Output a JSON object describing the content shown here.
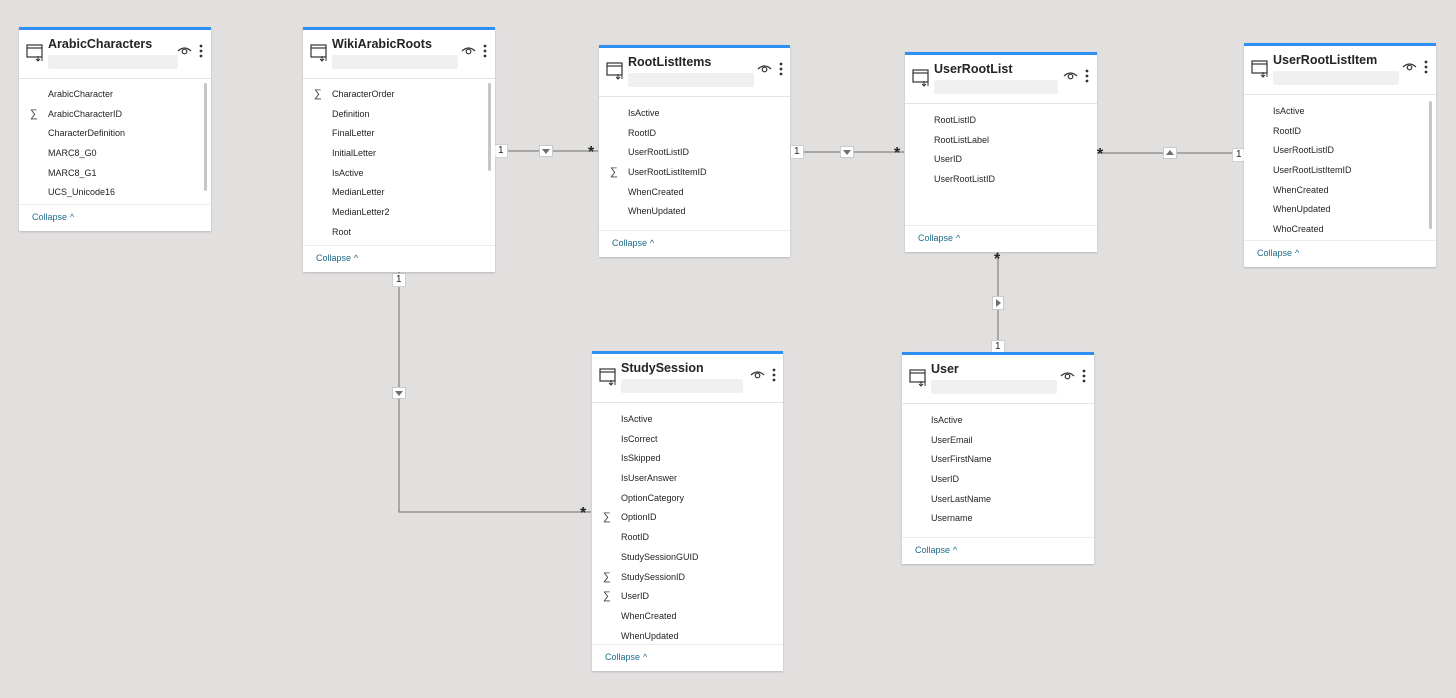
{
  "tables": {
    "arabic_characters": {
      "title": "ArabicCharacters",
      "fields": [
        {
          "name": "ArabicCharacter",
          "sigma": false
        },
        {
          "name": "ArabicCharacterID",
          "sigma": true
        },
        {
          "name": "CharacterDefinition",
          "sigma": false
        },
        {
          "name": "MARC8_G0",
          "sigma": false
        },
        {
          "name": "MARC8_G1",
          "sigma": false
        },
        {
          "name": "UCS_Unicode16",
          "sigma": false
        }
      ],
      "collapse": "Collapse"
    },
    "wiki_arabic_roots": {
      "title": "WikiArabicRoots",
      "fields": [
        {
          "name": "CharacterOrder",
          "sigma": true
        },
        {
          "name": "Definition",
          "sigma": false
        },
        {
          "name": "FinalLetter",
          "sigma": false
        },
        {
          "name": "InitialLetter",
          "sigma": false
        },
        {
          "name": "IsActive",
          "sigma": false
        },
        {
          "name": "MedianLetter",
          "sigma": false
        },
        {
          "name": "MedianLetter2",
          "sigma": false
        },
        {
          "name": "Root",
          "sigma": false
        }
      ],
      "collapse": "Collapse"
    },
    "root_list_items": {
      "title": "RootListItems",
      "fields": [
        {
          "name": "IsActive",
          "sigma": false
        },
        {
          "name": "RootID",
          "sigma": false
        },
        {
          "name": "UserRootListID",
          "sigma": false
        },
        {
          "name": "UserRootListItemID",
          "sigma": true
        },
        {
          "name": "WhenCreated",
          "sigma": false
        },
        {
          "name": "WhenUpdated",
          "sigma": false
        }
      ],
      "collapse": "Collapse"
    },
    "user_root_list": {
      "title": "UserRootList",
      "fields": [
        {
          "name": "RootListID",
          "sigma": false
        },
        {
          "name": "RootListLabel",
          "sigma": false
        },
        {
          "name": "UserID",
          "sigma": false
        },
        {
          "name": "UserRootListID",
          "sigma": false
        }
      ],
      "collapse": "Collapse"
    },
    "user_root_list_item": {
      "title": "UserRootListItem",
      "fields": [
        {
          "name": "IsActive",
          "sigma": false
        },
        {
          "name": "RootID",
          "sigma": false
        },
        {
          "name": "UserRootListID",
          "sigma": false
        },
        {
          "name": "UserRootListItemID",
          "sigma": false
        },
        {
          "name": "WhenCreated",
          "sigma": false
        },
        {
          "name": "WhenUpdated",
          "sigma": false
        },
        {
          "name": "WhoCreated",
          "sigma": false
        }
      ],
      "collapse": "Collapse"
    },
    "study_session": {
      "title": "StudySession",
      "fields": [
        {
          "name": "IsActive",
          "sigma": false
        },
        {
          "name": "IsCorrect",
          "sigma": false
        },
        {
          "name": "IsSkipped",
          "sigma": false
        },
        {
          "name": "IsUserAnswer",
          "sigma": false
        },
        {
          "name": "OptionCategory",
          "sigma": false
        },
        {
          "name": "OptionID",
          "sigma": true
        },
        {
          "name": "RootID",
          "sigma": false
        },
        {
          "name": "StudySessionGUID",
          "sigma": false
        },
        {
          "name": "StudySessionID",
          "sigma": true
        },
        {
          "name": "UserID",
          "sigma": true
        },
        {
          "name": "WhenCreated",
          "sigma": false
        },
        {
          "name": "WhenUpdated",
          "sigma": false
        }
      ],
      "collapse": "Collapse"
    },
    "user": {
      "title": "User",
      "fields": [
        {
          "name": "IsActive",
          "sigma": false
        },
        {
          "name": "UserEmail",
          "sigma": false
        },
        {
          "name": "UserFirstName",
          "sigma": false
        },
        {
          "name": "UserID",
          "sigma": false
        },
        {
          "name": "UserLastName",
          "sigma": false
        },
        {
          "name": "Username",
          "sigma": false
        }
      ],
      "collapse": "Collapse"
    }
  },
  "relationships": {
    "one": "1",
    "many": "*"
  },
  "icons": {
    "table": "table-icon",
    "visibility": "eye-icon",
    "more": "more-options-icon",
    "sum": "sigma-icon",
    "collapse": "chevron-up-icon",
    "filter_down": "triangle-down-icon",
    "filter_up": "triangle-up-icon",
    "filter_right": "triangle-right-icon"
  },
  "colors": {
    "canvas": "#e1e0df",
    "header_accent": "#2d8ff0",
    "link": "#1e6c8a",
    "line": "#6e6e6e"
  }
}
